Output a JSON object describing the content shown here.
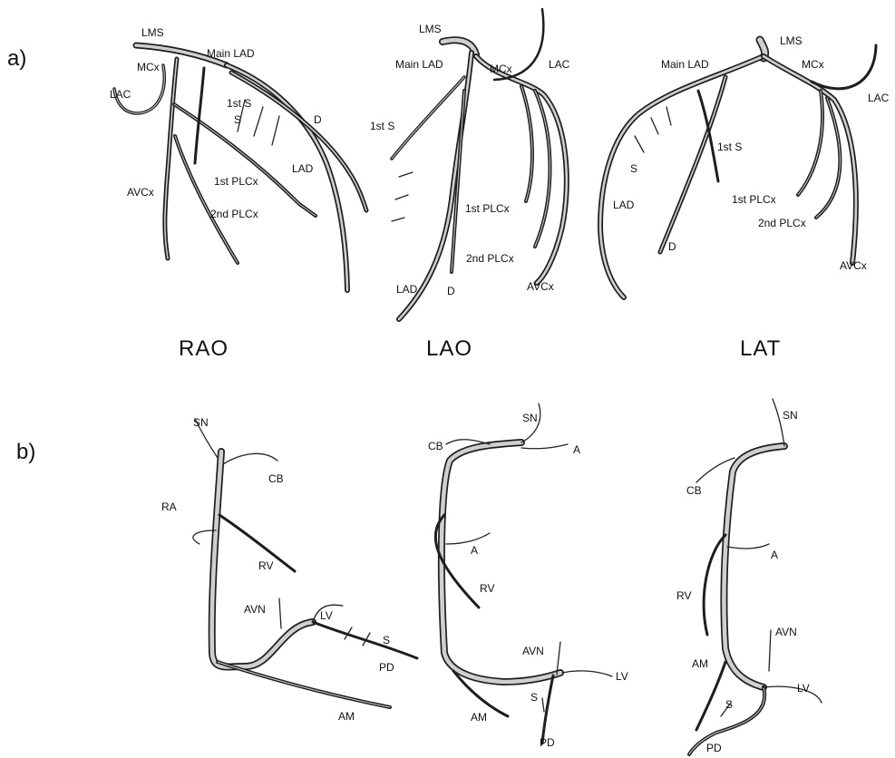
{
  "panels": {
    "a": {
      "label": "a)",
      "views": [
        {
          "name": "RAO",
          "labels": [
            "LMS",
            "Main LAD",
            "MCx",
            "LAC",
            "1st S",
            "S",
            "D",
            "1st PLCx",
            "LAD",
            "AVCx",
            "2nd PLCx"
          ]
        },
        {
          "name": "LAO",
          "labels": [
            "LMS",
            "Main LAD",
            "MCx",
            "LAC",
            "1st S",
            "1st PLCx",
            "2nd PLCx",
            "AVCx",
            "LAD",
            "D"
          ]
        },
        {
          "name": "LAT",
          "labels": [
            "LMS",
            "Main LAD",
            "MCx",
            "LAC",
            "S",
            "1st S",
            "LAD",
            "1st PLCx",
            "2nd PLCx",
            "D",
            "AVCx"
          ]
        }
      ]
    },
    "b": {
      "label": "b)",
      "views": [
        {
          "labels": [
            "SN",
            "CB",
            "RA",
            "RV",
            "AVN",
            "LV",
            "S",
            "PD",
            "AM"
          ]
        },
        {
          "labels": [
            "SN",
            "CB",
            "A",
            "A",
            "RV",
            "AVN",
            "LV",
            "S",
            "AM",
            "PD"
          ]
        },
        {
          "labels": [
            "SN",
            "CB",
            "A",
            "RV",
            "AVN",
            "AM",
            "LV",
            "S",
            "PD"
          ]
        }
      ]
    }
  }
}
